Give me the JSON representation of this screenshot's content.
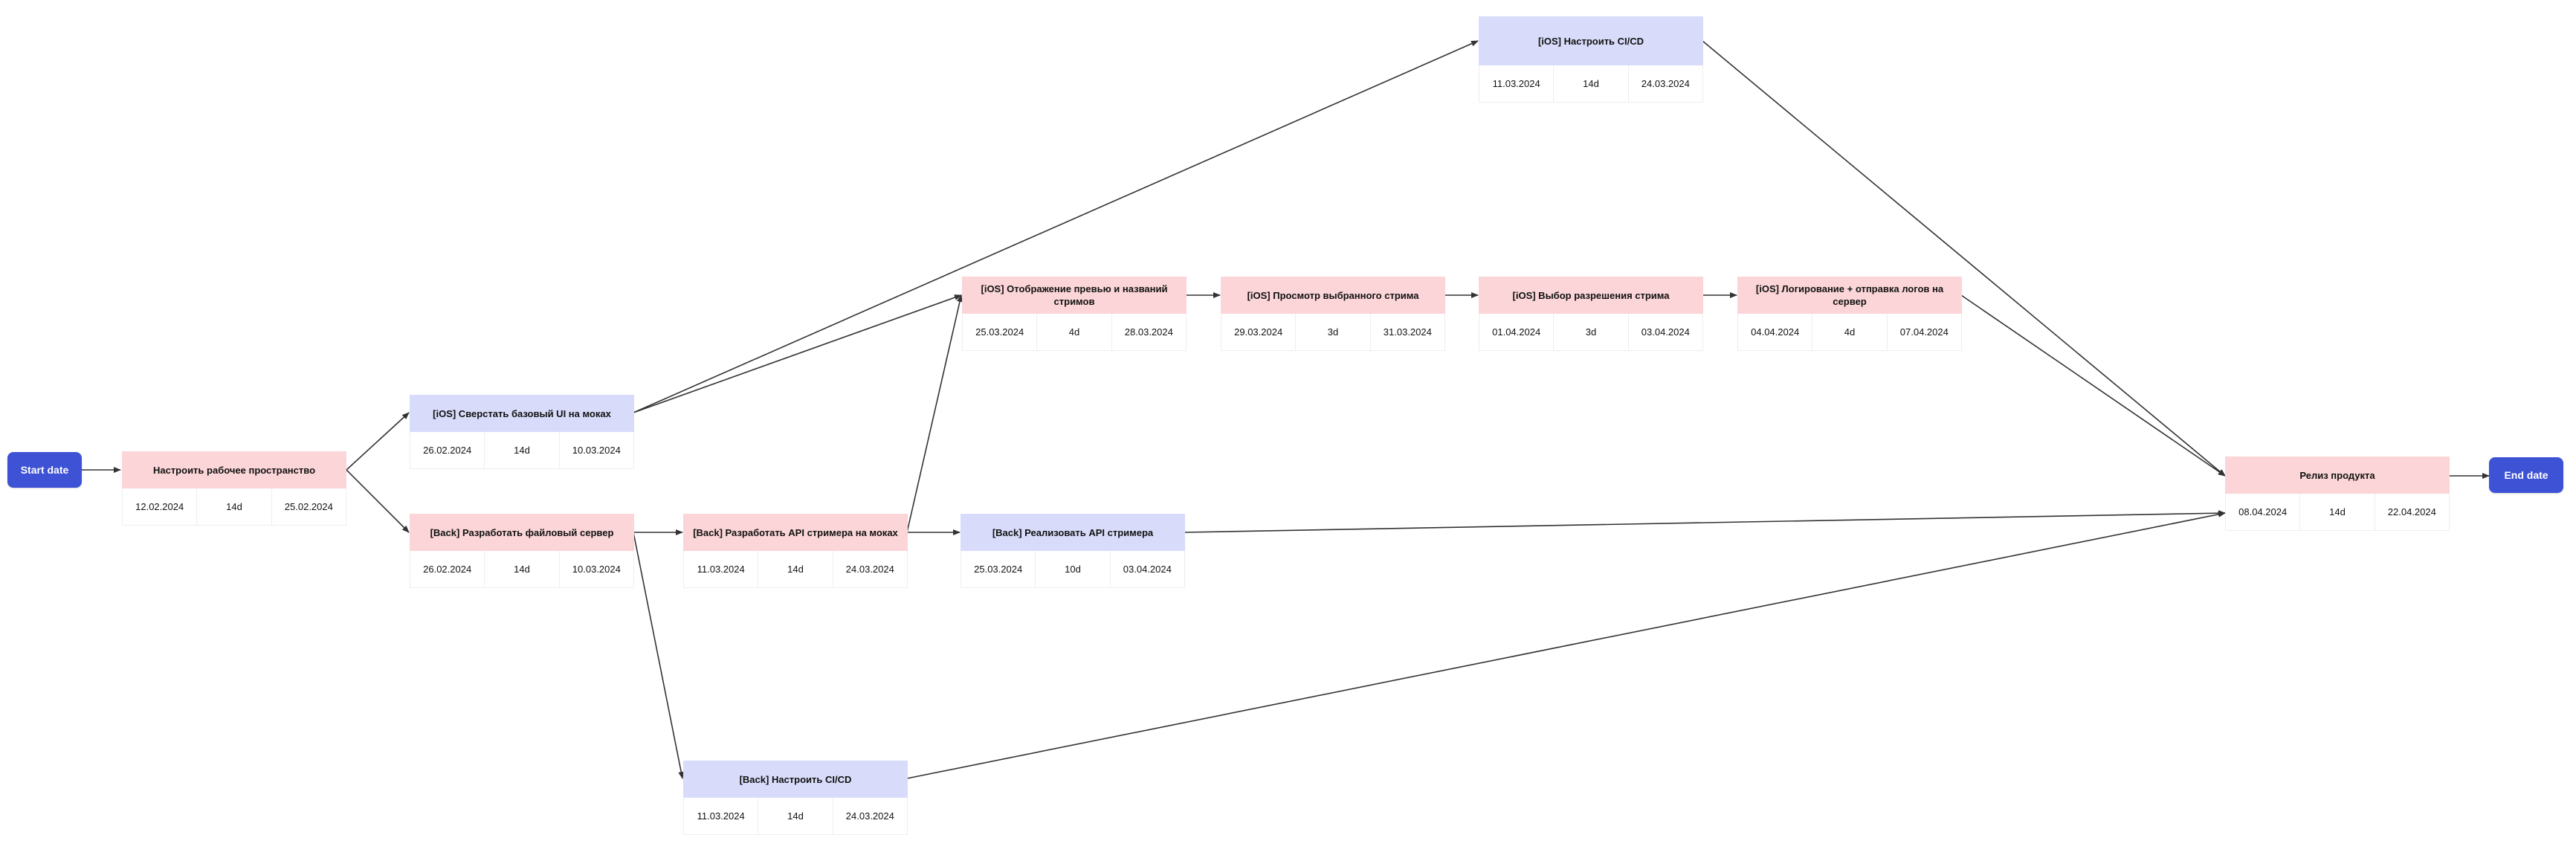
{
  "start_label": "Start date",
  "end_label": "End date",
  "colors": {
    "terminal": "#3d52d5",
    "back_task": "#fbd5d7",
    "ios_task": "#d8dcfa",
    "edge": "#333333"
  },
  "tasks": [
    {
      "id": "t1",
      "title": "Настроить рабочее пространство",
      "start": "12.02.2024",
      "duration": "14d",
      "end": "25.02.2024"
    },
    {
      "id": "t2",
      "title": "[iOS] Сверстать базовый UI на моках",
      "start": "26.02.2024",
      "duration": "14d",
      "end": "10.03.2024"
    },
    {
      "id": "t3",
      "title": "[Back] Разработать файловый сервер",
      "start": "26.02.2024",
      "duration": "14d",
      "end": "10.03.2024"
    },
    {
      "id": "t4",
      "title": "[Back] Разработать API стримера на моках",
      "start": "11.03.2024",
      "duration": "14d",
      "end": "24.03.2024"
    },
    {
      "id": "t5",
      "title": "[Back] Настроить CI/CD",
      "start": "11.03.2024",
      "duration": "14d",
      "end": "24.03.2024"
    },
    {
      "id": "t6",
      "title": "[iOS] Отображение превью и названий стримов",
      "start": "25.03.2024",
      "duration": "4d",
      "end": "28.03.2024"
    },
    {
      "id": "t7",
      "title": "[Back] Реализовать API стримера",
      "start": "25.03.2024",
      "duration": "10d",
      "end": "03.04.2024"
    },
    {
      "id": "t8",
      "title": "[iOS] Просмотр выбранного стрима",
      "start": "29.03.2024",
      "duration": "3d",
      "end": "31.03.2024"
    },
    {
      "id": "t9",
      "title": "[iOS] Настроить CI/CD",
      "start": "11.03.2024",
      "duration": "14d",
      "end": "24.03.2024"
    },
    {
      "id": "t10",
      "title": "[iOS] Выбор разрешения стрима",
      "start": "01.04.2024",
      "duration": "3d",
      "end": "03.04.2024"
    },
    {
      "id": "t11",
      "title": "[iOS] Логирование + отправка логов на сервер",
      "start": "04.04.2024",
      "duration": "4d",
      "end": "07.04.2024"
    },
    {
      "id": "t12",
      "title": "Релиз продукта",
      "start": "08.04.2024",
      "duration": "14d",
      "end": "22.04.2024"
    }
  ]
}
